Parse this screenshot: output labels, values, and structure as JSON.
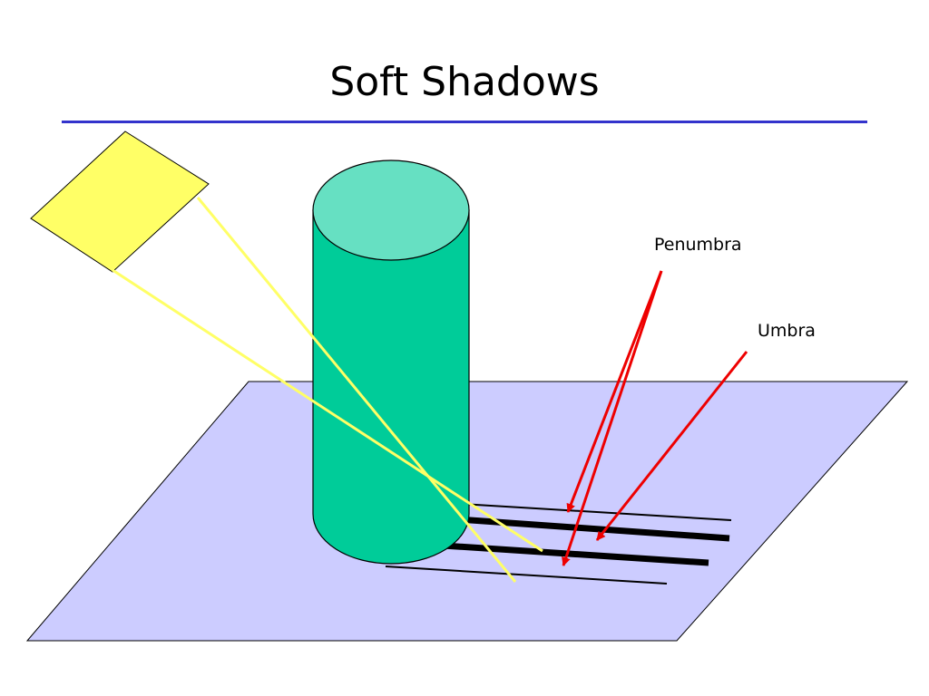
{
  "title": "Soft Shadows",
  "labels": {
    "penumbra": "Penumbra",
    "umbra": "Umbra"
  },
  "colors": {
    "title_rule": "#3333cc",
    "ground_plane": "#ccccff",
    "cylinder_body": "#00cc99",
    "cylinder_top": "#66e0c2",
    "area_light": "#ffff66",
    "light_rays": "#ffff66",
    "shadow_lines": "#000000",
    "pointer_arrows": "#ee0000"
  }
}
